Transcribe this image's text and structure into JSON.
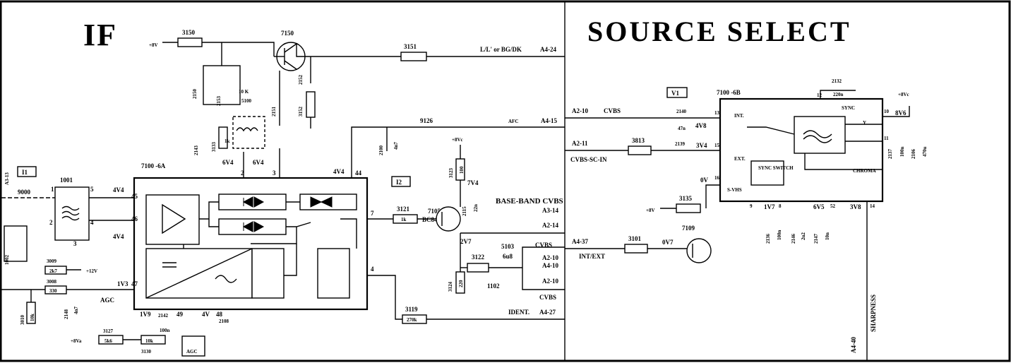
{
  "titles": {
    "if": "IF",
    "source_select": "SOURCE SELECT"
  },
  "supplies": {
    "p8v": "+8V",
    "p12v": "+12V",
    "p8va": "+8Va",
    "p8vc": "+8Vc",
    "p8vc2": "+8Vc"
  },
  "resistors": {
    "r3150": "3150",
    "r3151": "3151",
    "r3152": "3152",
    "r3121": "3121",
    "r3121v": "1k",
    "r3123": "3123",
    "r3123v": "100",
    "r3122": "3122",
    "r3124": "3124",
    "r3124v": "220",
    "r3119": "3119",
    "r3119v": "270k",
    "r3009": "3009",
    "r3009v": "2k7",
    "r3008": "3008",
    "r3008v": "330",
    "r3010": "3010",
    "r3010v": "10k",
    "r3127": "3127",
    "r3127v": "5k6",
    "r3130": "3130",
    "r3130v": "10k",
    "r3133": "3133",
    "r3133v": "1k",
    "r3813": "3813",
    "r3135": "3135",
    "r3101": "3101"
  },
  "capacitors": {
    "c2150": "2150",
    "c2153": "2153",
    "c2152": "2152",
    "c2151": "2151",
    "c2143": "2143",
    "c2100": "2100",
    "c2100v": "4n7",
    "c2115": "2115",
    "c2115v": "22n",
    "c2148": "2148",
    "c2148v": "4n7",
    "c2142": "2142",
    "c2142v": "100n",
    "c2108": "2108",
    "c2140": "2140",
    "c2140v": "47n",
    "c2139": "2139",
    "c2132": "2132",
    "c2132v": "220n",
    "c2137": "2137",
    "c2137v": "100n",
    "c2106": "2106",
    "c2106v": "470u",
    "c2136": "2136",
    "c2136v": "100n",
    "c2146": "2146",
    "c2146v": "2u2",
    "c2147": "2147",
    "c2147v": "10n"
  },
  "parts": {
    "t7150": "7150",
    "t7105": "7105",
    "t7105_type": "BC848B",
    "t7109": "7109",
    "ic7100a": "7100 -6A",
    "ic7100b": "7100 -6B",
    "f1001": "1001",
    "f1002": "1002",
    "l5100": "5100",
    "l5103": "5103",
    "l5103v": "6u8",
    "x1102": "1102",
    "pot10k": "10 K",
    "n9000": "9000",
    "n9126": "9126",
    "agc_symbol": "AGC"
  },
  "connectors": {
    "a4_24": "A4-24",
    "a4_15": "A4-15",
    "a3_14": "A3-14",
    "a2_14": "A2-14",
    "a2_10a": "A2-10",
    "a4_10": "A4-10",
    "a2_10b": "A2-10",
    "a4_27": "A4-27",
    "a3_13": "A3-13",
    "a2_10_in": "A2-10",
    "a2_11": "A2-11",
    "a4_37": "A4-37",
    "a4_40": "A4-40"
  },
  "signals": {
    "lbg": "L/L' or BG/DK",
    "afc": "AFC",
    "baseband": "BASE-BAND CVBS",
    "cvbs1": "CVBS",
    "cvbs2": "CVBS",
    "ident": "IDENT.",
    "agc": "AGC",
    "cvbs_in": "CVBS",
    "cvbs_sc_in": "CVBS-SC-IN",
    "int_ext": "INT/EXT",
    "sharpness": "SHARPNESS"
  },
  "voltages": {
    "v4v4a": "4V4",
    "v4v4b": "4V4",
    "v6v4a": "6V4",
    "v6v4b": "6V4",
    "v4v4c": "4V4",
    "v7v4": "7V4",
    "v2v7": "2V7",
    "v1v3": "1V3",
    "v1v9": "1V9",
    "v4v": "4V",
    "v4v8": "4V8",
    "v3v4": "3V4",
    "v0v": "0V",
    "v0v7": "0V7",
    "v1v7": "1V7",
    "v6v5": "6V5",
    "v3v8": "3V8",
    "v8v6": "8V6"
  },
  "pins": {
    "p1": "1",
    "p5": "5",
    "p2f": "2",
    "p4f": "4",
    "p3f": "3",
    "p45": "45",
    "p46": "46",
    "p47": "47",
    "p2": "2",
    "p3": "3",
    "p44": "44",
    "p7": "7",
    "p4": "4",
    "p49": "49",
    "p48": "48",
    "p13": "13",
    "p15": "15",
    "p16": "16",
    "p12": "12",
    "p10": "10",
    "p11": "11",
    "p9": "9",
    "p8": "8",
    "p52": "52",
    "p14": "14"
  },
  "markers": {
    "i1": "I1",
    "i2": "I2",
    "v1": "V1"
  },
  "ic_b_labels": {
    "int": "INT.",
    "ext": "EXT.",
    "svhs": "S-VHS",
    "sync_switch": "SYNC SWITCH",
    "sync": "SYNC",
    "y": "Y",
    "chroma": "CHROMA"
  }
}
